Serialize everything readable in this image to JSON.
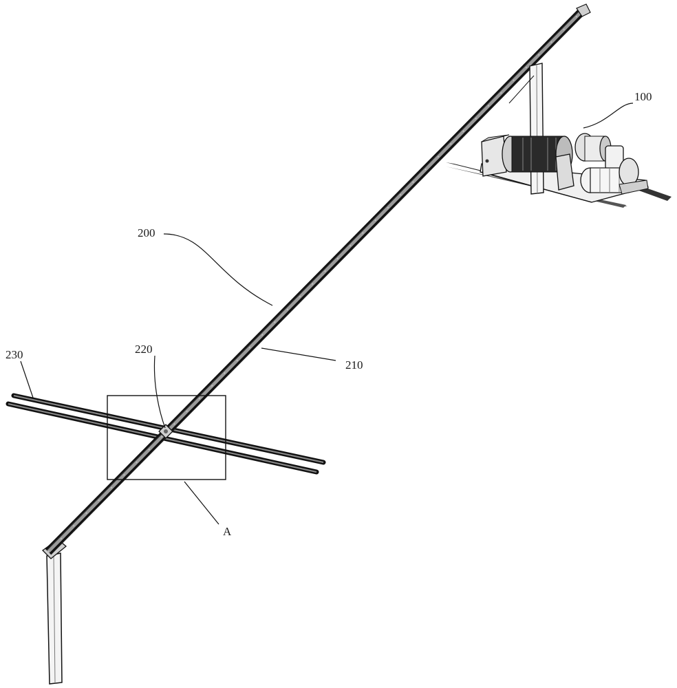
{
  "figure": {
    "labels": {
      "winch": "100",
      "track_assembly": "200",
      "rail": "210",
      "junction": "220",
      "cross_rails": "230",
      "detail": "A"
    }
  },
  "colors": {
    "line": "#111111",
    "metal_light": "#d9d9d9",
    "metal_mid": "#a8a8a8",
    "metal_dark": "#555555",
    "background": "#ffffff"
  }
}
